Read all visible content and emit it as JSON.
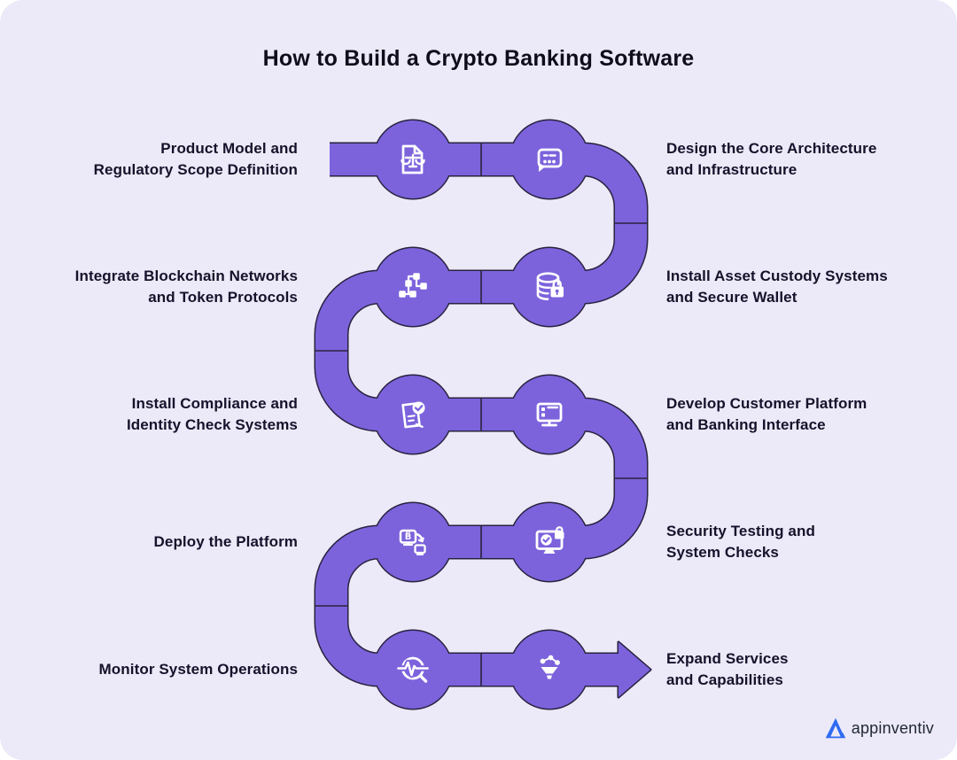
{
  "title": "How to Build a Crypto Banking Software",
  "steps": [
    {
      "label": "Product Model and\nRegulatory Scope Definition",
      "icon": "document-scales-icon",
      "side": "left",
      "row": 1
    },
    {
      "label": "Design the Core Architecture\nand Infrastructure",
      "icon": "blueprint-chat-icon",
      "side": "right",
      "row": 1
    },
    {
      "label": "Install Asset Custody Systems\nand Secure Wallet",
      "icon": "database-lock-icon",
      "side": "right",
      "row": 2
    },
    {
      "label": "Integrate Blockchain Networks\nand Token Protocols",
      "icon": "blockchain-nodes-icon",
      "side": "left",
      "row": 2
    },
    {
      "label": "Install Compliance and\nIdentity Check Systems",
      "icon": "compliance-check-icon",
      "side": "left",
      "row": 3
    },
    {
      "label": "Develop Customer Platform\nand Banking Interface",
      "icon": "banking-monitor-icon",
      "side": "right",
      "row": 3
    },
    {
      "label": "Security Testing and\nSystem Checks",
      "icon": "security-check-monitor-icon",
      "side": "right",
      "row": 4
    },
    {
      "label": "Deploy the Platform",
      "icon": "bitcoin-deploy-icon",
      "side": "left",
      "row": 4
    },
    {
      "label": "Monitor System Operations",
      "icon": "pulse-monitor-icon",
      "side": "left",
      "row": 5
    },
    {
      "label": "Expand Services\nand Capabilities",
      "icon": "expand-funnel-icon",
      "side": "right",
      "row": 5
    }
  ],
  "icon_glyphs": {
    "bitcoin": "B"
  },
  "logo": {
    "text": "appinventiv",
    "icon": "appinventiv-logo-icon"
  },
  "colors": {
    "background": "#ECE9F8",
    "path_purple": "#7C63DC",
    "outline_dark": "#29223F",
    "icon_white": "#FFFFFF",
    "text_dark": "#16122B",
    "logo_blue": "#2E6BF3"
  }
}
